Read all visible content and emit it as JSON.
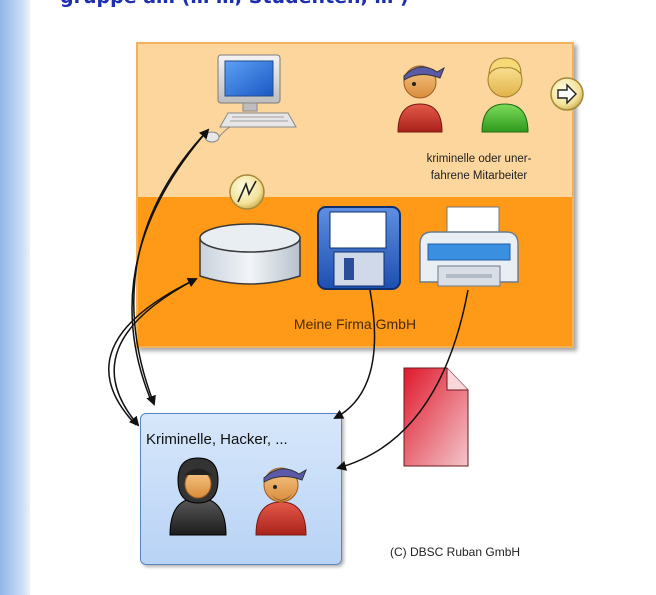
{
  "header": {
    "title": "gruppe a… (… …, Studenten, … )"
  },
  "firma": {
    "label": "Meine Firma GmbH",
    "mitarbeiter_line1": "kriminelle oder uner-",
    "mitarbeiter_line2": "fahrene Mitarbeiter"
  },
  "kriminelle": {
    "label": "Kriminelle, Hacker, ..."
  },
  "footer": {
    "copyright": "(C) DBSC Ruban GmbH"
  },
  "colors": {
    "firma_upper": "#fcd69c",
    "firma_lower": "#fe9a17",
    "kriminelle_box": "#c9defa",
    "title_blue": "#1b2fb0",
    "document_red": "#e0182b"
  },
  "icons": [
    "computer-icon",
    "person-pirate-icon",
    "person-green-icon",
    "arrow-right-badge-icon",
    "lightning-badge-icon",
    "database-icon",
    "floppy-disk-icon",
    "printer-icon",
    "document-icon",
    "person-hooded-icon"
  ]
}
